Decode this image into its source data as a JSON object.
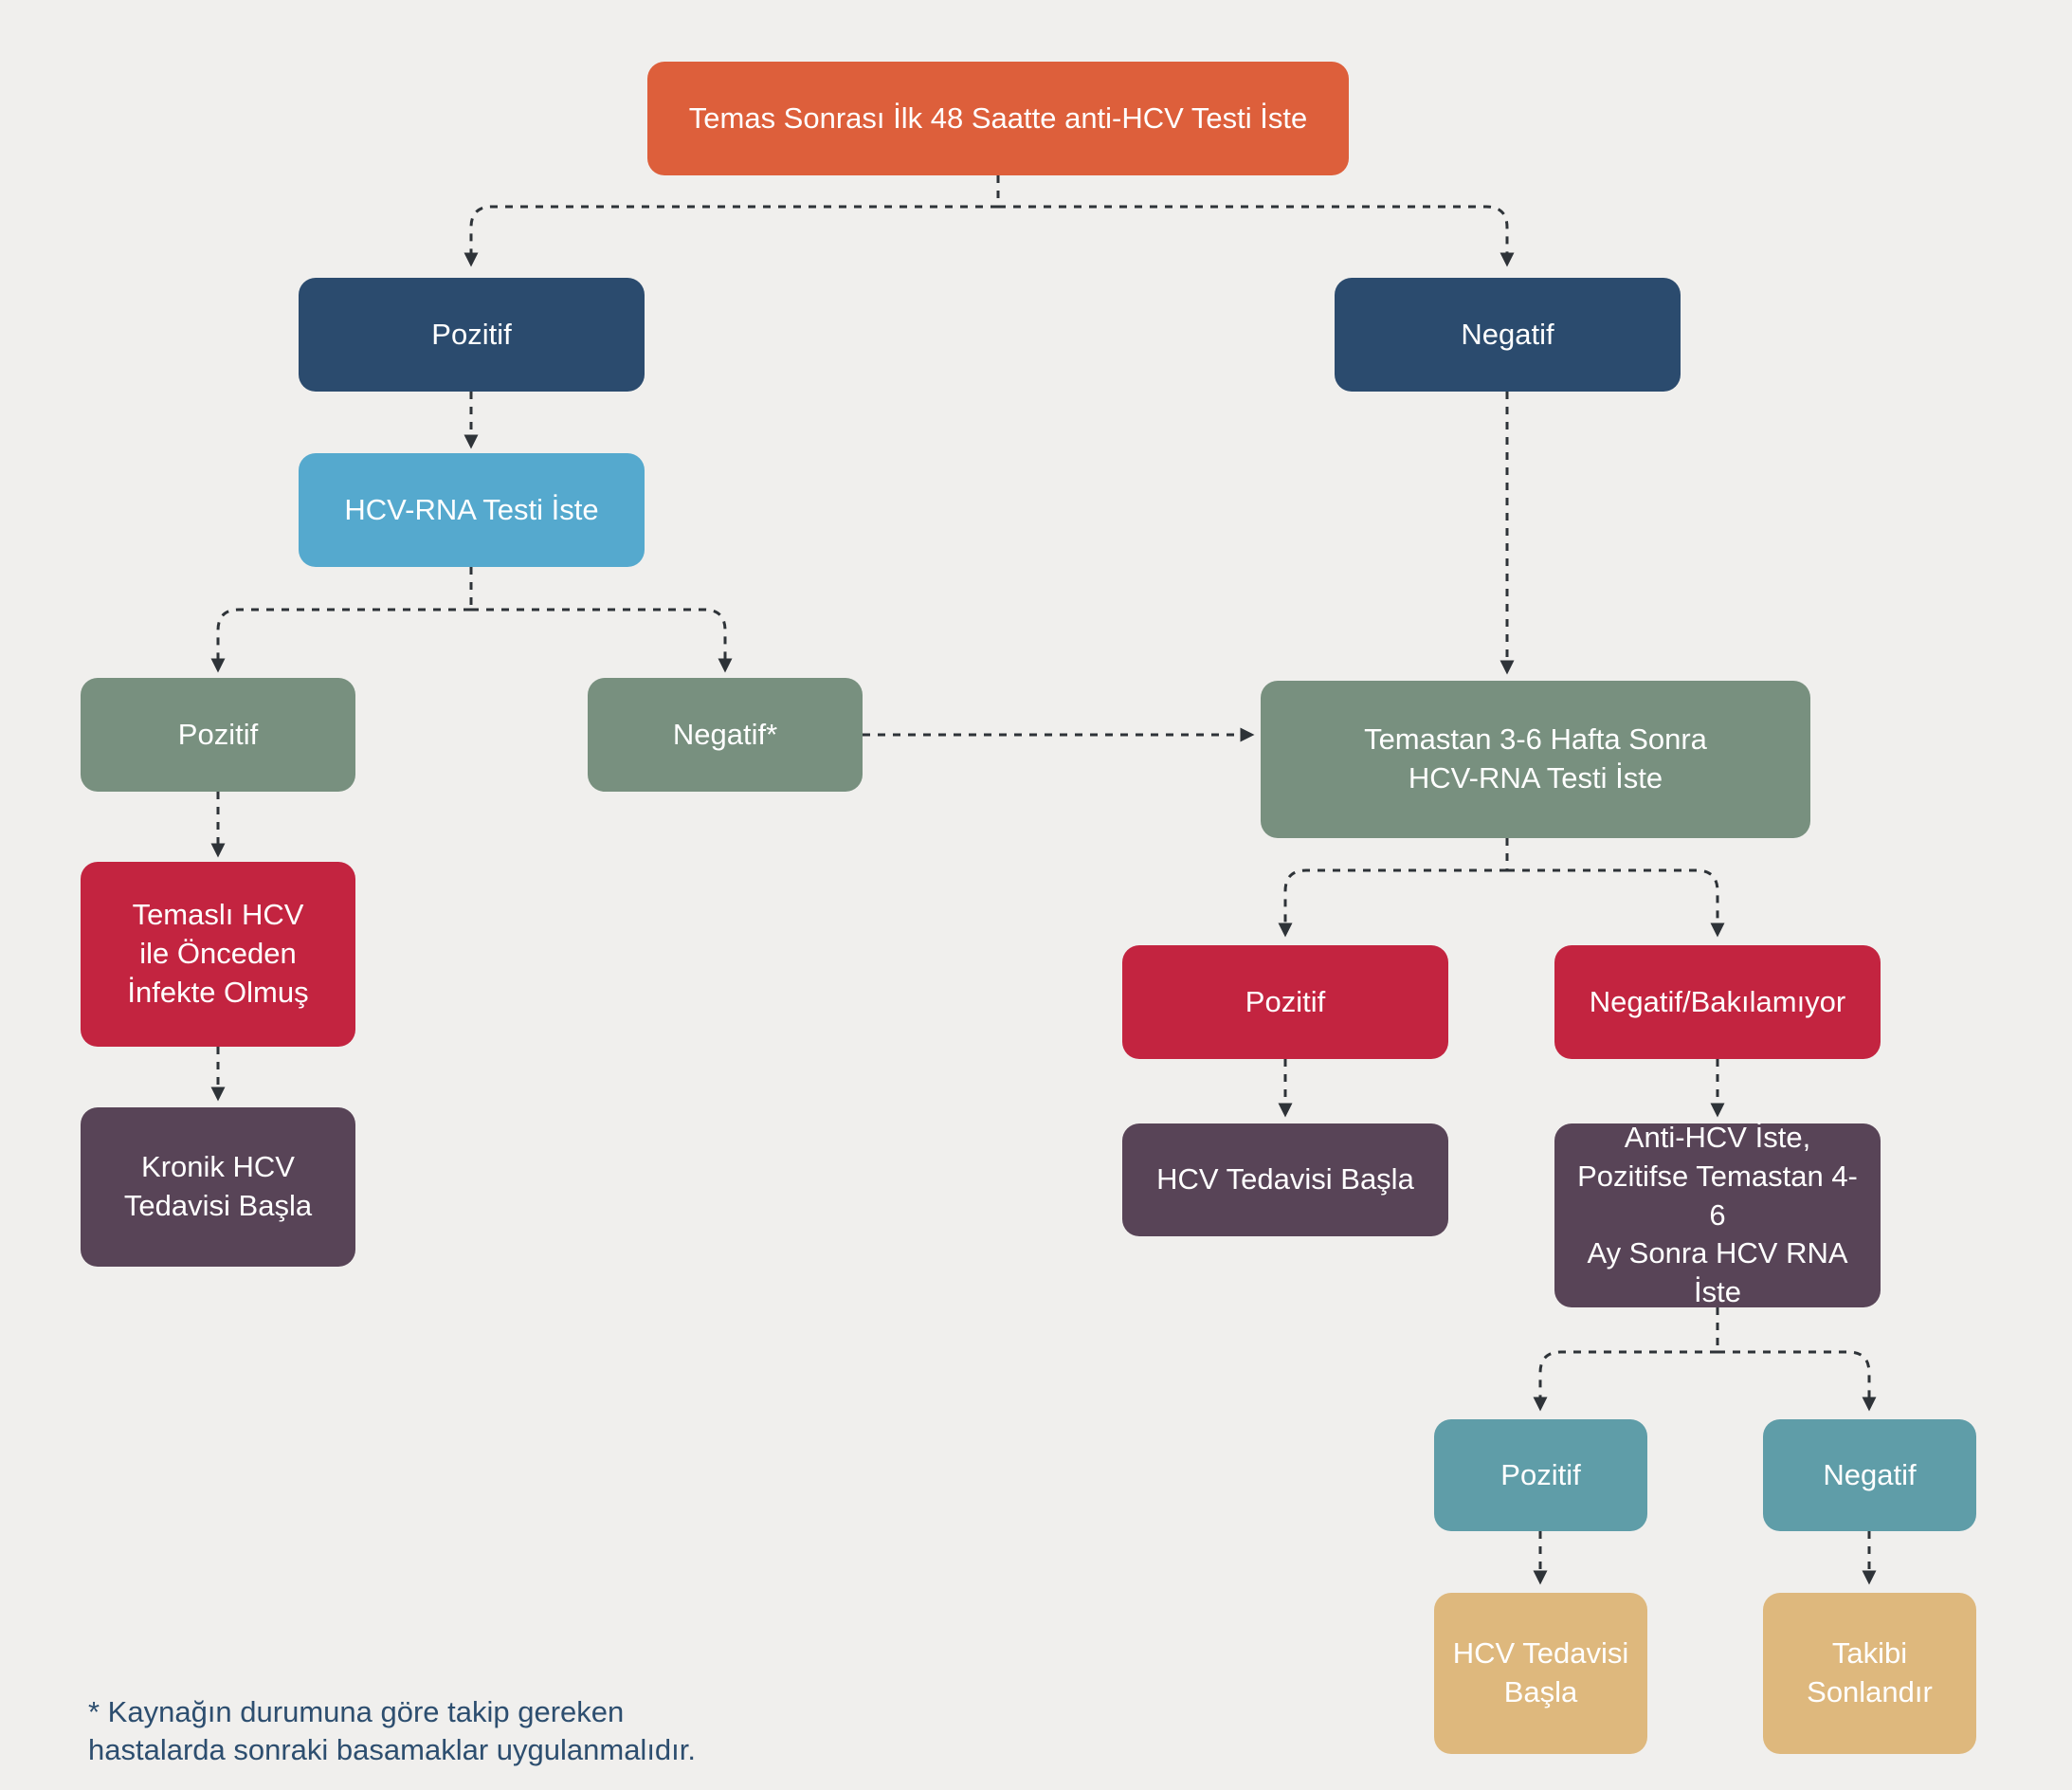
{
  "flowchart": {
    "title_node": "Temas Sonrası İlk 48 Saatte anti-HCV Testi İste",
    "nodes": {
      "start": {
        "label": "Temas Sonrası İlk 48 Saatte anti-HCV Testi İste",
        "color": "#DD5F3B"
      },
      "poz1": {
        "label": "Pozitif",
        "color": "#2B4B6E"
      },
      "neg1": {
        "label": "Negatif",
        "color": "#2B4B6E"
      },
      "hcvrna": {
        "label": "HCV-RNA Testi İste",
        "color": "#55A9CE"
      },
      "poz2": {
        "label": "Pozitif",
        "color": "#78907F"
      },
      "neg2": {
        "label": "Negatif*",
        "color": "#78907F"
      },
      "temastan": {
        "label": "Temastan 3-6 Hafta Sonra\nHCV-RNA Testi İste",
        "color": "#78907F"
      },
      "temasli": {
        "label": "Temaslı HCV\nile Önceden\nİnfekte Olmuş",
        "color": "#C32440"
      },
      "kronik": {
        "label": "Kronik HCV\nTedavisi Başla",
        "color": "#584457"
      },
      "poz3": {
        "label": "Pozitif",
        "color": "#C32440"
      },
      "negbak": {
        "label": "Negatif/Bakılamıyor",
        "color": "#C32440"
      },
      "hcvted1": {
        "label": "HCV Tedavisi Başla",
        "color": "#584457"
      },
      "antihcv": {
        "label": "Anti-HCV İste,\nPozitifse Temastan 4-6\nAy Sonra HCV RNA İste",
        "color": "#584457"
      },
      "poz4": {
        "label": "Pozitif",
        "color": "#5F9DA8"
      },
      "neg4": {
        "label": "Negatif",
        "color": "#5F9DA8"
      },
      "hcvted2": {
        "label": "HCV Tedavisi\nBaşla",
        "color": "#DEB87D"
      },
      "takibi": {
        "label": "Takibi\nSonlandır",
        "color": "#DEB87D"
      }
    },
    "edges": [
      {
        "from": "start",
        "to": "poz1",
        "style": "dashed-arrow"
      },
      {
        "from": "start",
        "to": "neg1",
        "style": "dashed-arrow"
      },
      {
        "from": "poz1",
        "to": "hcvrna",
        "style": "dashed-arrow"
      },
      {
        "from": "hcvrna",
        "to": "poz2",
        "style": "dashed-arrow"
      },
      {
        "from": "hcvrna",
        "to": "neg2",
        "style": "dashed-arrow"
      },
      {
        "from": "neg2",
        "to": "temastan",
        "style": "dashed-arrow"
      },
      {
        "from": "neg1",
        "to": "temastan",
        "style": "dashed-arrow"
      },
      {
        "from": "poz2",
        "to": "temasli",
        "style": "dashed-arrow"
      },
      {
        "from": "temasli",
        "to": "kronik",
        "style": "dashed-arrow"
      },
      {
        "from": "temastan",
        "to": "poz3",
        "style": "dashed-arrow"
      },
      {
        "from": "temastan",
        "to": "negbak",
        "style": "dashed-arrow"
      },
      {
        "from": "poz3",
        "to": "hcvted1",
        "style": "dashed-arrow"
      },
      {
        "from": "negbak",
        "to": "antihcv",
        "style": "dashed-arrow"
      },
      {
        "from": "antihcv",
        "to": "poz4",
        "style": "dashed-arrow"
      },
      {
        "from": "antihcv",
        "to": "neg4",
        "style": "dashed-arrow"
      },
      {
        "from": "poz4",
        "to": "hcvted2",
        "style": "dashed-arrow"
      },
      {
        "from": "neg4",
        "to": "takibi",
        "style": "dashed-arrow"
      }
    ],
    "footnote": "* Kaynağın durumuna göre takip gereken\nhastalarda sonraki basamaklar uygulanmalıdır.",
    "colors": {
      "background": "#F0EFED",
      "connector": "#2E3338",
      "footnote_text": "#2D4E6F"
    }
  }
}
